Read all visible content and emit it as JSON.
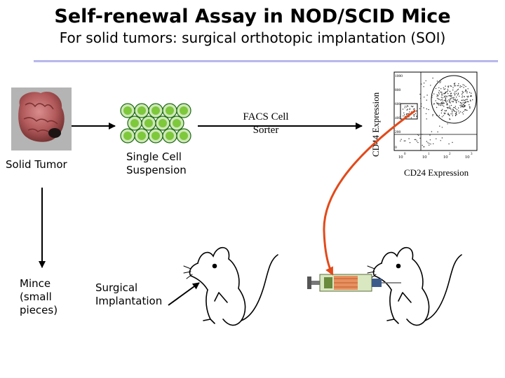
{
  "title": "Self-renewal Assay in NOD/SCID Mice",
  "subtitle": "For solid tumors: surgical orthotopic implantation (SOI)",
  "steps": {
    "solid_tumor": "Solid Tumor",
    "single_cell": [
      "Single Cell",
      "Suspension"
    ],
    "facs": [
      "FACS Cell",
      "Sorter"
    ],
    "mince": [
      "Mince",
      "(small",
      "pieces)"
    ],
    "surgical": [
      "Surgical",
      "Implantation"
    ]
  },
  "plot": {
    "ylabel": "CD44 Expression",
    "xlabel": "CD24 Expression",
    "x_ticks": [
      "10",
      "10",
      "10",
      "10"
    ],
    "x_exps": [
      "0",
      "1",
      "2",
      "3"
    ],
    "y_ticks": [
      "1000",
      "800",
      "600",
      "400",
      "200",
      "0"
    ]
  },
  "colors": {
    "cell_fill": "#7ec83c",
    "cell_stroke": "#1a6a10",
    "arrow": "#000000",
    "injection_arrow": "#e24a1a",
    "gate": "#000000",
    "rule": "#b4b4ec"
  }
}
